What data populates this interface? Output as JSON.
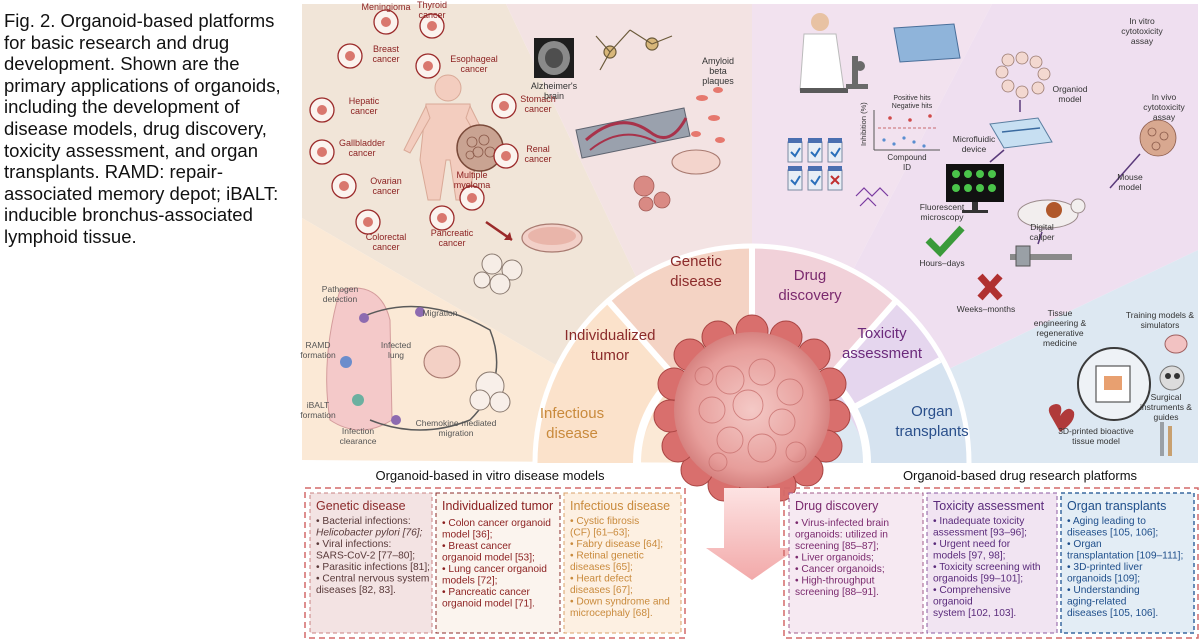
{
  "caption": "Fig. 2. Organoid-based platforms for basic research and drug development. Shown are the primary applications of organoids, including the development of disease models, drug discovery, toxicity assessment, and organ transplants. RAMD: repair-associated memory depot; iBALT: inducible bronchus-associated lymphoid tissue.",
  "sectors": {
    "genetic": [
      "Genetic",
      "disease"
    ],
    "tumor": [
      "Individualized",
      "tumor"
    ],
    "infectious": [
      "Infectious",
      "disease"
    ],
    "drug": [
      "Drug",
      "discovery"
    ],
    "toxicity": [
      "Toxicity",
      "assessment"
    ],
    "organ": [
      "Organ",
      "transplants"
    ]
  },
  "cancers": {
    "meningioma": "Meningioma",
    "thyroid": [
      "Thyroid",
      "cancer"
    ],
    "breast": [
      "Breast",
      "cancer"
    ],
    "esophageal": [
      "Esophageal",
      "cancer"
    ],
    "hepatic": [
      "Hepatic",
      "cancer"
    ],
    "stomach": [
      "Stomach",
      "cancer"
    ],
    "gallbladder": [
      "Gallbladder",
      "cancer"
    ],
    "renal": [
      "Renal",
      "cancer"
    ],
    "ovarian": [
      "Ovarian",
      "cancer"
    ],
    "myeloma": [
      "Multiple",
      "myeloma"
    ],
    "colorectal": [
      "Colorectal",
      "cancer"
    ],
    "pancreatic": [
      "Pancreatic",
      "cancer"
    ]
  },
  "brain_labels": {
    "alz": [
      "Alzheimer's",
      "brain"
    ],
    "amyloid": [
      "Amyloid",
      "beta",
      "plaques"
    ]
  },
  "infection_labels": {
    "pathogen": [
      "Pathogen",
      "detection"
    ],
    "migration": "Migration",
    "ramd": [
      "RAMD",
      "formation"
    ],
    "infected": [
      "Infected",
      "lung"
    ],
    "ibalt": [
      "iBALT",
      "formation"
    ],
    "clearance": [
      "Infection",
      "clearance"
    ],
    "chemokine": [
      "Chemokine-mediated",
      "migration"
    ]
  },
  "drug_labels": {
    "yaxis": "Inhibition (%)",
    "xaxis": [
      "Compound",
      "ID"
    ],
    "positive": "Positive hits",
    "negative": "Negative hits"
  },
  "toxicity_labels": {
    "invitro": [
      "In vitro",
      "cytotoxicity",
      "assay"
    ],
    "organoid": [
      "Organiod",
      "model"
    ],
    "microfluidic": [
      "Microfluidic",
      "device"
    ],
    "invivo": [
      "In vivo",
      "cytotoxicity",
      "assay"
    ],
    "mouse": [
      "Mouse",
      "model"
    ],
    "fluorescent": [
      "Fluorescent",
      "microscopy"
    ],
    "caliper": [
      "Digital",
      "caliper"
    ],
    "hours": "Hours–days",
    "weeks": "Weeks–months"
  },
  "organ_labels": {
    "tissue": [
      "Tissue",
      "engineering &",
      "regenerative",
      "medicine"
    ],
    "training": [
      "Training models &",
      "simulators"
    ],
    "surgical": [
      "Surgical",
      "instruments &",
      "guides"
    ],
    "printed": [
      "3D-printed bioactive",
      "tissue model"
    ]
  },
  "section_titles": {
    "left": "Organoid-based in vitro disease models",
    "right": "Organoid-based drug research platforms"
  },
  "boxes": {
    "genetic": {
      "title": "Genetic disease",
      "lines": [
        {
          "t": "• Bacterial infections:",
          "i": false
        },
        {
          "t": "   Helicobacter pylori [76];",
          "i": true
        },
        {
          "t": "",
          "i": false
        },
        {
          "t": "• Viral infections:",
          "i": false
        },
        {
          "t": "   SARS-CoV-2 [77–80];",
          "i": false
        },
        {
          "t": "• Parasitic infections [81];",
          "i": false
        },
        {
          "t": "",
          "i": false
        },
        {
          "t": "• Central nervous system",
          "i": false
        },
        {
          "t": "   diseases [82, 83].",
          "i": false
        }
      ]
    },
    "tumor": {
      "title": "Individualized tumor",
      "lines": [
        {
          "t": "• Colon cancer organoid",
          "i": false
        },
        {
          "t": "   model [36];",
          "i": false
        },
        {
          "t": "• Breast cancer",
          "i": false
        },
        {
          "t": "   organoid model [53];",
          "i": false
        },
        {
          "t": "• Lung cancer organoid",
          "i": false
        },
        {
          "t": "   models [72];",
          "i": false
        },
        {
          "t": "• Pancreatic cancer",
          "i": false
        },
        {
          "t": "   organoid model [71].",
          "i": false
        }
      ]
    },
    "infectious": {
      "title": "Infectious disease",
      "lines": [
        {
          "t": "• Cystic fibrosis",
          "i": false
        },
        {
          "t": "   (CF) [61–63];",
          "i": false
        },
        {
          "t": "• Fabry disease [64];",
          "i": false
        },
        {
          "t": "• Retinal genetic",
          "i": false
        },
        {
          "t": "   diseases [65];",
          "i": false
        },
        {
          "t": "• Heart defect",
          "i": false
        },
        {
          "t": "   diseases [67];",
          "i": false
        },
        {
          "t": "• Down syndrome and",
          "i": false
        },
        {
          "t": "   microcephaly [68].",
          "i": false
        }
      ]
    },
    "drug": {
      "title": "Drug discovery",
      "lines": [
        {
          "t": "• Virus-infected brain",
          "i": false
        },
        {
          "t": "   organoids: utilized in",
          "i": false
        },
        {
          "t": "   screening [85–87];",
          "i": false
        },
        {
          "t": "• Liver organoids;",
          "i": false
        },
        {
          "t": "• Cancer organoids;",
          "i": false
        },
        {
          "t": "• High-throughput",
          "i": false
        },
        {
          "t": "   screening [88–91].",
          "i": false
        }
      ]
    },
    "toxicity": {
      "title": "Toxicity assessment",
      "lines": [
        {
          "t": "• Inadequate toxicity",
          "i": false
        },
        {
          "t": "   assessment [93–96];",
          "i": false
        },
        {
          "t": "• Urgent need for",
          "i": false
        },
        {
          "t": "   models [97, 98];",
          "i": false
        },
        {
          "t": "• Toxicity screening with",
          "i": false
        },
        {
          "t": "   organoids [99–101];",
          "i": false
        },
        {
          "t": "• Comprehensive",
          "i": false
        },
        {
          "t": "   organoid",
          "i": false
        },
        {
          "t": "   system [102, 103].",
          "i": false
        }
      ]
    },
    "organ": {
      "title": "Organ transplants",
      "lines": [
        {
          "t": "• Aging leading to",
          "i": false
        },
        {
          "t": "   diseases [105, 106];",
          "i": false
        },
        {
          "t": "• Organ",
          "i": false
        },
        {
          "t": "   transplantation [109–111];",
          "i": false
        },
        {
          "t": "• 3D-printed liver",
          "i": false
        },
        {
          "t": "   organoids [109];",
          "i": false
        },
        {
          "t": "• Understanding",
          "i": false
        },
        {
          "t": "   aging-related",
          "i": false
        },
        {
          "t": "   diseases [105, 106].",
          "i": false
        }
      ]
    }
  },
  "colors": {
    "genetic": "#f3e3e3",
    "tumor": "#f1e5d8",
    "infectious": "#fbe9d6",
    "drug": "#f2e2ef",
    "toxicity": "#efdff0",
    "organ": "#dde8f2",
    "accent": "#9b2a2a"
  }
}
